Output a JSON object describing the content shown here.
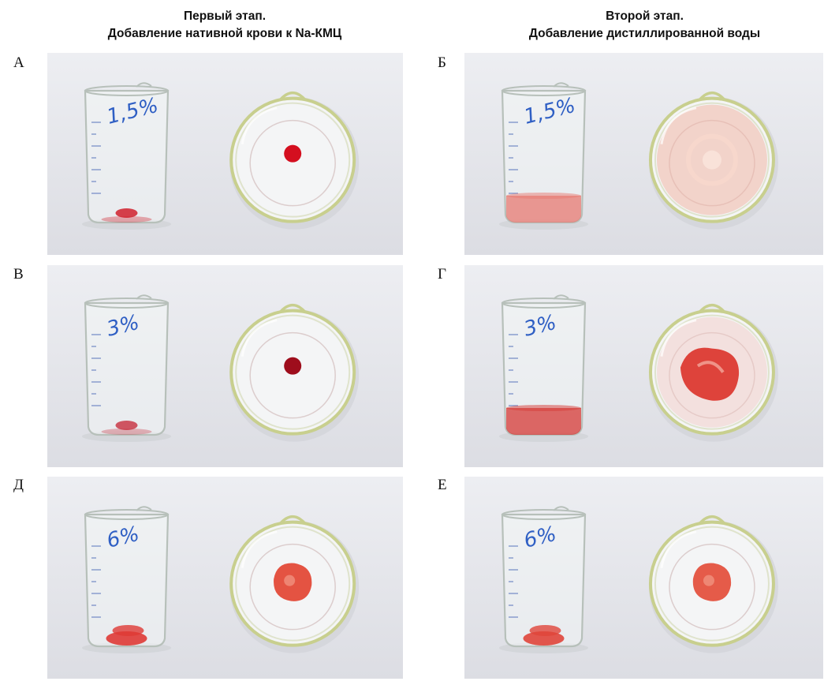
{
  "headers": {
    "left": {
      "line1": "Первый этап.",
      "line2": "Добавление нативной крови к Na-КМЦ"
    },
    "right": {
      "line1": "Второй этап.",
      "line2": "Добавление дистиллированной воды"
    }
  },
  "panels": [
    {
      "letter": "А",
      "beaker_label": "1,5%",
      "beaker_fluid": "#d0202c",
      "beaker_pattern": "drop",
      "dish_pattern": "drop",
      "dish_fluid": "#d40f1f"
    },
    {
      "letter": "Б",
      "beaker_label": "1,5%",
      "beaker_fluid": "#e77a72",
      "beaker_pattern": "layer",
      "dish_pattern": "diffuse",
      "dish_fluid": "#f0b6a6"
    },
    {
      "letter": "В",
      "beaker_label": "3%",
      "beaker_fluid": "#c93a48",
      "beaker_pattern": "drop",
      "dish_pattern": "drop",
      "dish_fluid": "#9e0d1c"
    },
    {
      "letter": "Г",
      "beaker_label": "3%",
      "beaker_fluid": "#d63a35",
      "beaker_pattern": "layer",
      "dish_pattern": "cloud",
      "dish_fluid": "#d9271f"
    },
    {
      "letter": "Д",
      "beaker_label": "6%",
      "beaker_fluid": "#df3a35",
      "beaker_pattern": "blob",
      "dish_pattern": "blob",
      "dish_fluid": "#e2412f"
    },
    {
      "letter": "Е",
      "beaker_label": "6%",
      "beaker_fluid": "#e0453a",
      "beaker_pattern": "blob",
      "dish_pattern": "blob",
      "dish_fluid": "#e34a36"
    }
  ],
  "colors": {
    "photo_bg": "#e6e7ec",
    "glass_edge": "#b7c0ba",
    "dish_rim": "#c8cf8e",
    "marker_blue": "#2f5fc4"
  }
}
